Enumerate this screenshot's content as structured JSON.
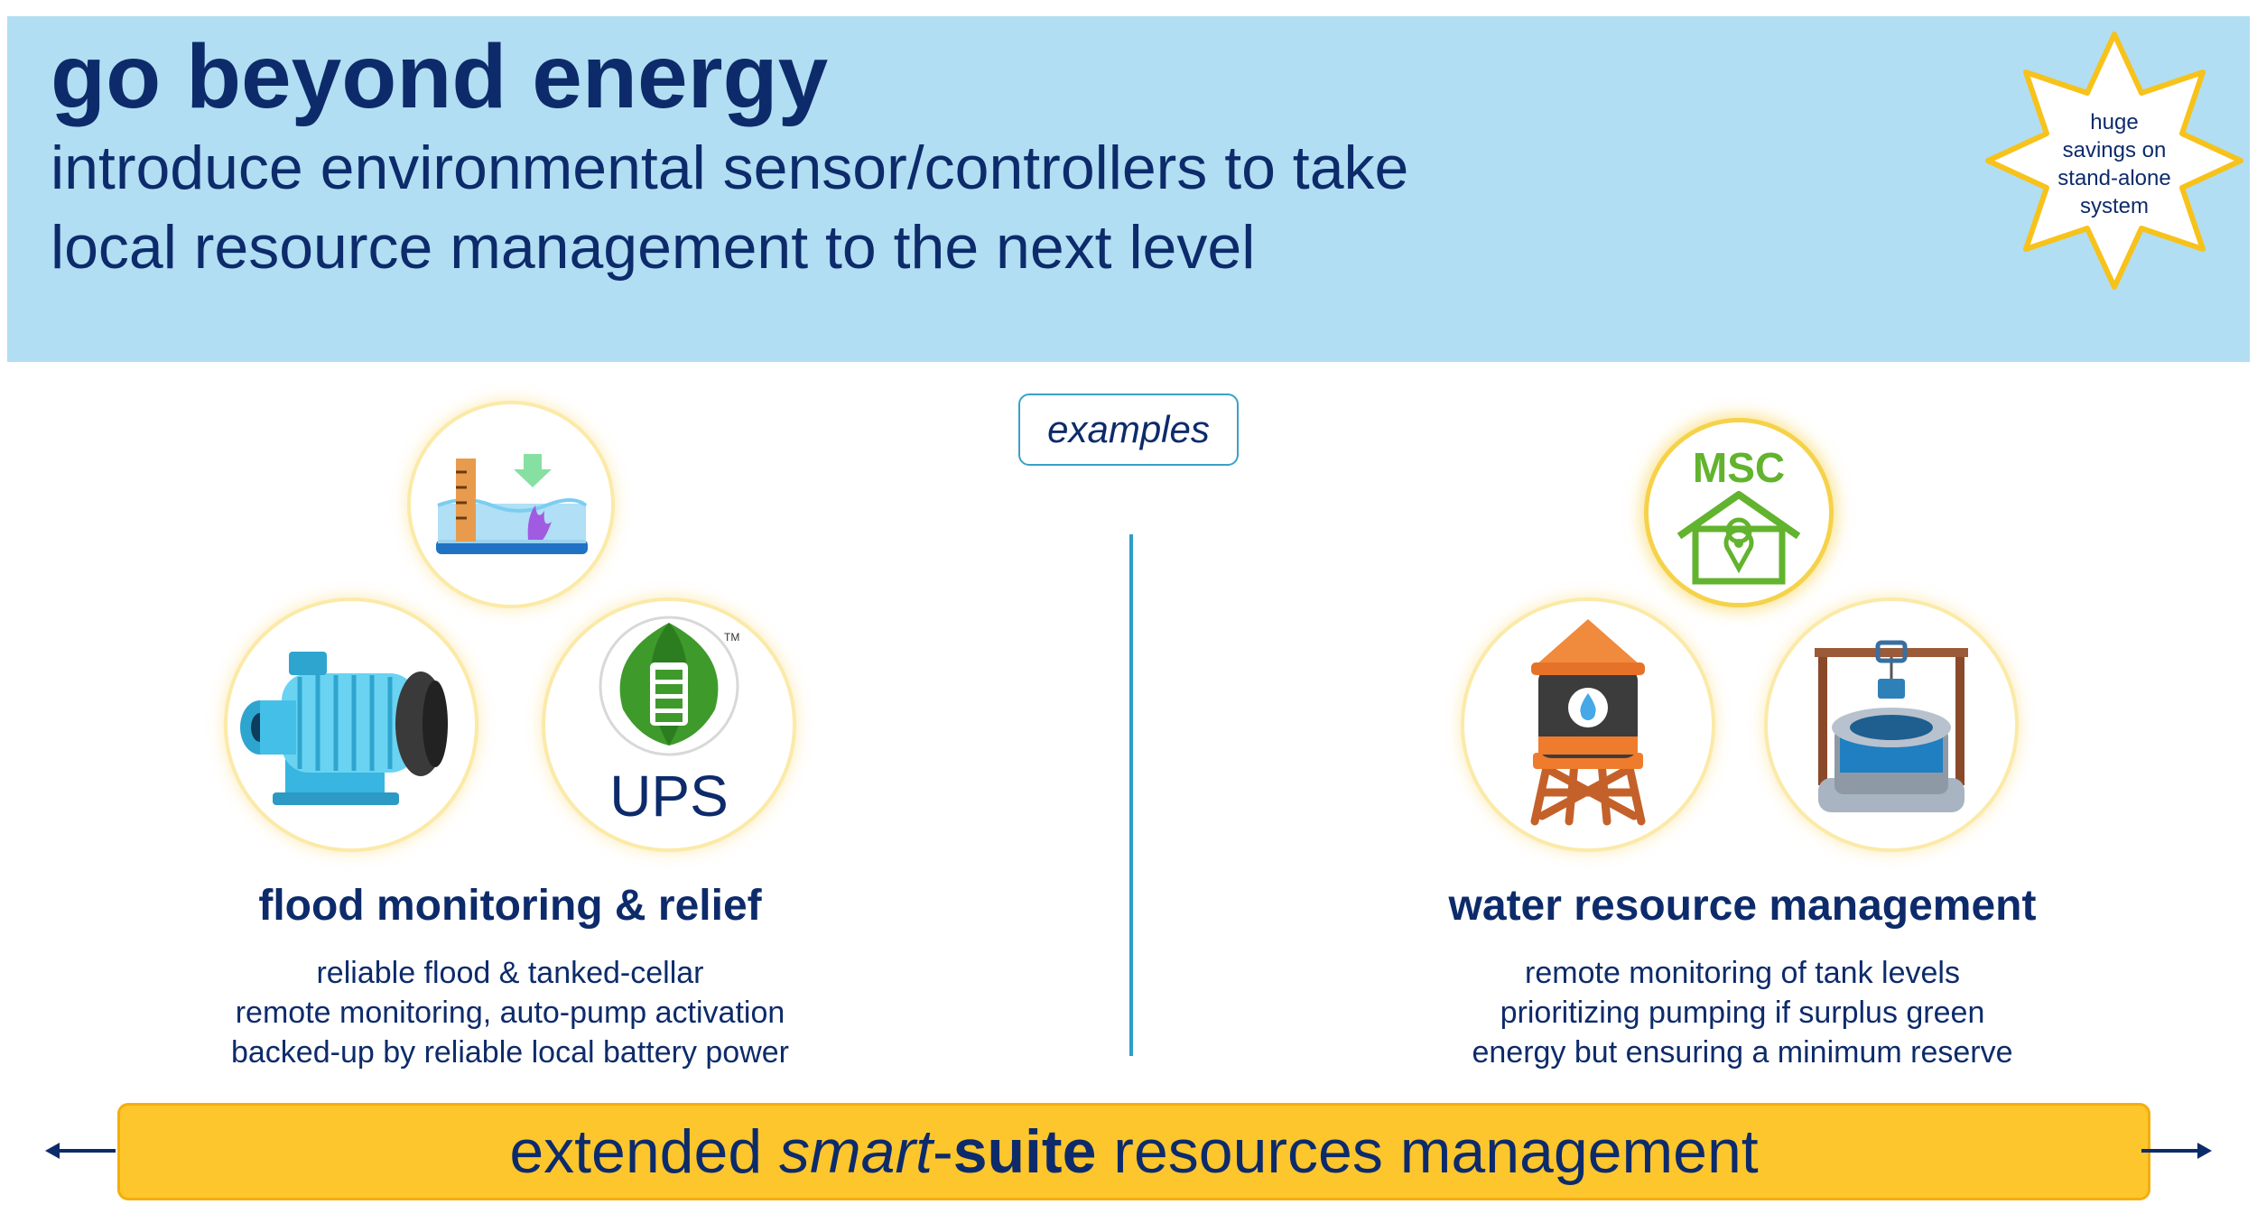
{
  "header": {
    "title": "go beyond energy",
    "subtitle_line1": "introduce environmental sensor/controllers to take",
    "subtitle_line2": "local resource management to the next level",
    "badge_line1": "huge",
    "badge_line2": "savings on",
    "badge_line3": "stand-alone",
    "badge_line4": "system"
  },
  "examples_label": "examples",
  "left": {
    "icons": [
      "flood-gauge-icon",
      "water-pump-icon",
      "ups-battery-leaf-icon"
    ],
    "ups_label": "UPS",
    "tm_mark": "TM",
    "title": "flood monitoring & relief",
    "lines": [
      "reliable flood & tanked-cellar",
      "remote monitoring, auto-pump activation",
      "backed-up by reliable local battery power"
    ]
  },
  "right": {
    "icons": [
      "msc-home-icon",
      "water-tower-icon",
      "water-well-icon"
    ],
    "msc_label": "MSC",
    "title": "water resource management",
    "lines": [
      "remote monitoring of tank levels",
      "prioritizing pumping if surplus green",
      "energy but ensuring a minimum reserve"
    ]
  },
  "footer": {
    "part1": "extended ",
    "part2_italic": "smart",
    "part3": "-",
    "part4_bold": "suite",
    "part5": " resources management"
  },
  "colors": {
    "header_bg": "#b1def2",
    "navy": "#0d2b6b",
    "accent_yellow": "#fdc62d",
    "divider_blue": "#2e9ec9",
    "msc_green": "#62b32e"
  }
}
